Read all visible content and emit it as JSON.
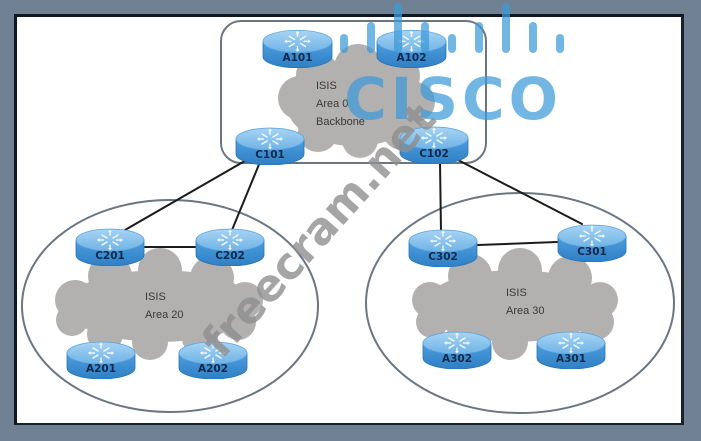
{
  "diagram": {
    "title": "IS-IS multi-area topology",
    "areas": [
      {
        "id": "area0",
        "lines": [
          "ISIS",
          "Area 0",
          "Backbone"
        ],
        "shape": "rounded-rectangle"
      },
      {
        "id": "area20",
        "lines": [
          "ISIS",
          "Area 20"
        ],
        "shape": "ellipse"
      },
      {
        "id": "area30",
        "lines": [
          "ISIS",
          "Area 30"
        ],
        "shape": "ellipse"
      }
    ],
    "routers": [
      {
        "id": "A101",
        "label": "A101",
        "area": "area0"
      },
      {
        "id": "A102",
        "label": "A102",
        "area": "area0"
      },
      {
        "id": "C101",
        "label": "C101",
        "area": "area0"
      },
      {
        "id": "C102",
        "label": "C102",
        "area": "area0"
      },
      {
        "id": "C201",
        "label": "C201",
        "area": "area20"
      },
      {
        "id": "C202",
        "label": "C202",
        "area": "area20"
      },
      {
        "id": "A201",
        "label": "A201",
        "area": "area20"
      },
      {
        "id": "A202",
        "label": "A202",
        "area": "area20"
      },
      {
        "id": "C302",
        "label": "C302",
        "area": "area30"
      },
      {
        "id": "C301",
        "label": "C301",
        "area": "area30"
      },
      {
        "id": "A302",
        "label": "A302",
        "area": "area30"
      },
      {
        "id": "A301",
        "label": "A301",
        "area": "area30"
      }
    ],
    "links": [
      {
        "from": "C101",
        "to": "C201"
      },
      {
        "from": "C101",
        "to": "C202"
      },
      {
        "from": "C201",
        "to": "C202"
      },
      {
        "from": "C102",
        "to": "C302"
      },
      {
        "from": "C102",
        "to": "C301"
      },
      {
        "from": "C302",
        "to": "C301"
      }
    ],
    "icon": "router-icon"
  },
  "watermarks": {
    "logo_text": "CISCO",
    "site_text": "freecram.net"
  },
  "colors": {
    "router_top": "#8cc4ee",
    "router_body": "#3b8fd4",
    "cloud": "#b3b0b0",
    "logo": "#3d9ad9",
    "background": "#6f8192"
  }
}
